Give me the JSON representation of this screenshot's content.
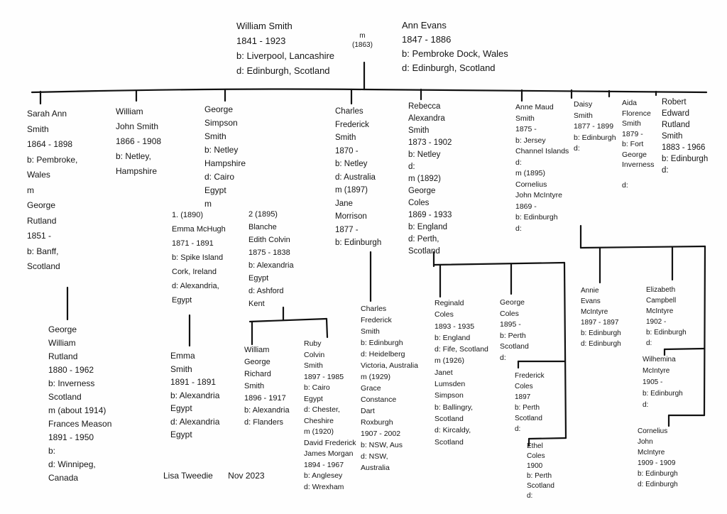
{
  "blocks": {
    "william_smith": [
      "William Smith",
      "1841 - 1923",
      "b: Liverpool, Lancashire",
      "d: Edinburgh, Scotland"
    ],
    "marriage_top": [
      "m",
      "(1863)"
    ],
    "ann_evans": [
      "Ann Evans",
      "1847 - 1886",
      "b: Pembroke Dock, Wales",
      "d: Edinburgh, Scotland"
    ],
    "sarah": [
      "Sarah Ann",
      "Smith",
      "1864 - 1898",
      "b: Pembroke,",
      "Wales",
      "m",
      "George",
      "Rutland",
      "1851 -",
      "b: Banff,",
      "Scotland"
    ],
    "william_john": [
      "William",
      "John Smith",
      "1866 - 1908",
      "b: Netley,",
      "Hampshire"
    ],
    "george_simpson": [
      "George",
      "Simpson",
      "Smith",
      "b: Netley",
      "Hampshire",
      "d: Cairo",
      "Egypt",
      "m"
    ],
    "emma_mchugh": [
      "1. (1890)",
      "Emma McHugh",
      "1871 - 1891",
      "b: Spike Island",
      "Cork, Ireland",
      "d: Alexandria,",
      "Egypt"
    ],
    "blanche": [
      "2 (1895)",
      "Blanche",
      "Edith Colvin",
      "1875 - 1838",
      "b: Alexandria",
      "Egypt",
      "d: Ashford",
      "Kent"
    ],
    "charles": [
      "Charles",
      "Frederick",
      "Smith",
      "1870 -",
      "b: Netley",
      "d: Australia",
      "m (1897)",
      "Jane",
      "Morrison",
      "1877 -",
      "b: Edinburgh"
    ],
    "rebecca": [
      "Rebecca",
      "Alexandra",
      "Smith",
      "1873 - 1902",
      "b: Netley",
      "d:",
      "m (1892)",
      "George",
      "Coles",
      "1869 - 1933",
      "b: England",
      "d: Perth,",
      "Scotland"
    ],
    "anne_maud": [
      "Anne Maud",
      "Smith",
      "1875 -",
      "b: Jersey",
      "Channel Islands",
      "d:",
      "m (1895)",
      "Cornelius",
      "John McIntyre",
      "1869 -",
      "b: Edinburgh",
      "d:"
    ],
    "daisy": [
      "Daisy",
      "Smith",
      "1877 - 1899",
      "b: Edinburgh",
      "d:"
    ],
    "aida": [
      "Aida",
      "Florence",
      "Smith",
      "1879 -",
      "b: Fort",
      "George",
      "Inverness",
      "",
      "d:"
    ],
    "robert": [
      "Robert",
      "Edward",
      "Rutland",
      "Smith",
      "1883 - 1966",
      "b: Edinburgh",
      "d:"
    ],
    "george_william_rutland": [
      "George",
      "William",
      "Rutland",
      "1880 - 1962",
      "b: Inverness",
      "Scotland",
      "m (about 1914)",
      "Frances Meason",
      "1891 - 1950",
      "b:",
      "d: Winnipeg,",
      "Canada"
    ],
    "emma_smith": [
      "Emma",
      "Smith",
      "1891 - 1891",
      "b: Alexandria",
      "Egypt",
      "d: Alexandria",
      "Egypt"
    ],
    "william_george_richard": [
      "William",
      "George",
      "Richard",
      "Smith",
      "1896 - 1917",
      "b: Alexandria",
      "d: Flanders"
    ],
    "ruby": [
      "Ruby",
      "Colvin",
      "Smith",
      "1897 - 1985",
      "b: Cairo",
      "Egypt",
      "d: Chester,",
      "Cheshire",
      "m (1920)",
      "David Frederick",
      "James Morgan",
      "1894 - 1967",
      "b: Anglesey",
      "d: Wrexham"
    ],
    "charles_jr": [
      "Charles",
      "Frederick",
      "Smith",
      "b: Edinburgh",
      "d: Heidelberg",
      "Victoria, Australia",
      "m (1929)",
      "Grace",
      "Constance",
      "Dart",
      "Roxburgh",
      "1907 - 2002",
      "b: NSW, Aus",
      "d: NSW,",
      "Australia"
    ],
    "reginald": [
      "Reginald",
      "Coles",
      "1893 - 1935",
      "b: England",
      "d: Fife, Scotland",
      "m (1926)",
      "Janet",
      "Lumsden",
      "Simpson",
      "b: Ballingry,",
      "Scotland",
      "d: Kircaldy,",
      "Scotland"
    ],
    "george_coles": [
      "George",
      "Coles",
      "1895 -",
      "b: Perth",
      "Scotland",
      "d:"
    ],
    "frederick_coles": [
      "Frederick",
      "Coles",
      "1897",
      "b: Perth",
      "Scotland",
      "d:"
    ],
    "ethel": [
      "Ethel",
      "Coles",
      "1900",
      "b: Perth",
      "Scotland",
      "d:"
    ],
    "annie": [
      "Annie",
      "Evans",
      "McIntyre",
      "1897 - 1897",
      "b: Edinburgh",
      "d: Edinburgh"
    ],
    "elizabeth": [
      "Elizabeth",
      "Campbell",
      "McIntyre",
      "1902 -",
      "b: Edinburgh",
      "d:"
    ],
    "wilhemina": [
      "Wilhemina",
      "McIntyre",
      "1905 -",
      "b: Edinburgh",
      "d:"
    ],
    "cornelius_jr": [
      "Cornelius",
      "John",
      "McIntyre",
      "1909 - 1909",
      "b: Edinburgh",
      "d: Edinburgh"
    ]
  },
  "signature": {
    "author": "Lisa Tweedie",
    "date": "Nov 2023"
  }
}
